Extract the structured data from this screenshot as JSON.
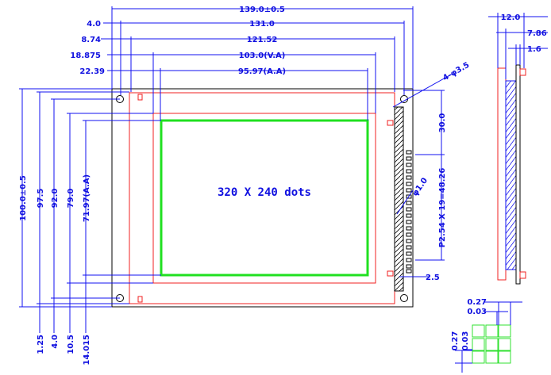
{
  "title": "LCD module outline drawing",
  "display_label": "320 X 240 dots",
  "top_dims": {
    "overall": "139.0±0.5",
    "holes": "131.0",
    "bezel": "121.52",
    "va": "103.0(V.A)",
    "aa": "95.97(A.A)",
    "off_holes": "4.0",
    "off_bezel": "8.74",
    "off_va": "18.875",
    "off_aa": "22.39"
  },
  "left_dims": {
    "overall": "100.0±0.5",
    "bezel": "97.5",
    "holes": "92.0",
    "va": "79.0",
    "aa": "71.97(A.A)",
    "off_bezel": "1.25",
    "off_holes": "4.0",
    "off_va": "10.5",
    "off_aa": "14.015"
  },
  "right_dims": {
    "holes": "4-φ3.5",
    "pin_offset": "30.0",
    "pitch": "P2.54 X 19=48.26",
    "pin_dia": "φ1.0",
    "pin_edge": "2.5"
  },
  "side_dims": {
    "thickness": "12.0",
    "depth": "7.86",
    "pcb": "1.6"
  },
  "dot_dims": {
    "dot": "0.27",
    "gap": "0.03",
    "dot_v": "0.27",
    "gap_v": "0.03"
  },
  "colors": {
    "dimension": "#1010e0",
    "bezel": "#f02020",
    "active": "#20e020"
  }
}
